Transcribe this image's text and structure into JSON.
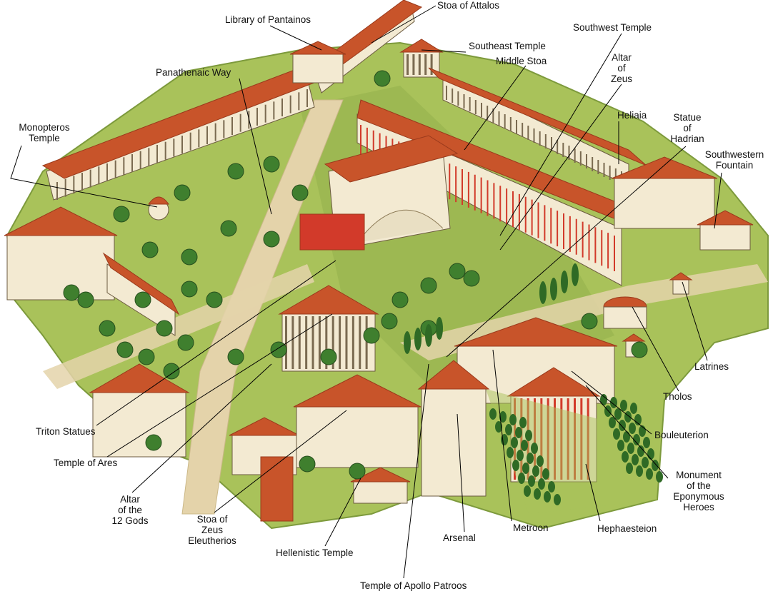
{
  "diagram": {
    "colors": {
      "roof": "#c8542a",
      "roof_dark": "#9a3a1c",
      "wall": "#f3ead2",
      "wall_shade": "#d9cda9",
      "column_red": "#d23a2a",
      "grass": "#a9c25a",
      "grass_dark": "#7d9a3c",
      "road": "#e4d3aa",
      "tree": "#3f7f2e",
      "cypress": "#2f6a25",
      "leader": "#000000"
    },
    "labels": {
      "stoa_of_attalos": "Stoa of Attalos",
      "library_of_pantainos": "Library of Pantainos",
      "southeast_temple": "Southeast Temple",
      "southwest_temple": "Southwest Temple",
      "middle_stoa": "Middle Stoa",
      "altar_of_zeus": "Altar\nof\nZeus",
      "panathenaic_way": "Panathenaic Way",
      "monopteros_temple": "Monopteros\nTemple",
      "heliaia": "Heliaia",
      "statue_of_hadrian": "Statue\nof\nHadrian",
      "southwestern_fountain": "Southwestern\nFountain",
      "latrines": "Latrines",
      "tholos": "Tholos",
      "bouleuterion": "Bouleuterion",
      "monument_eponymous_heroes": "Monument\nof the\nEponymous\nHeroes",
      "hephaesteion": "Hephaesteion",
      "metroon": "Metroon",
      "arsenal": "Arsenal",
      "temple_of_apollo_patroos": "Temple of Apollo Patroos",
      "hellenistic_temple": "Hellenistic Temple",
      "stoa_of_zeus_eleutherios": "Stoa of\nZeus\nEleutherios",
      "altar_of_12_gods": "Altar\nof the\n12 Gods",
      "temple_of_ares": "Temple of Ares",
      "triton_statues": "Triton Statues"
    }
  }
}
